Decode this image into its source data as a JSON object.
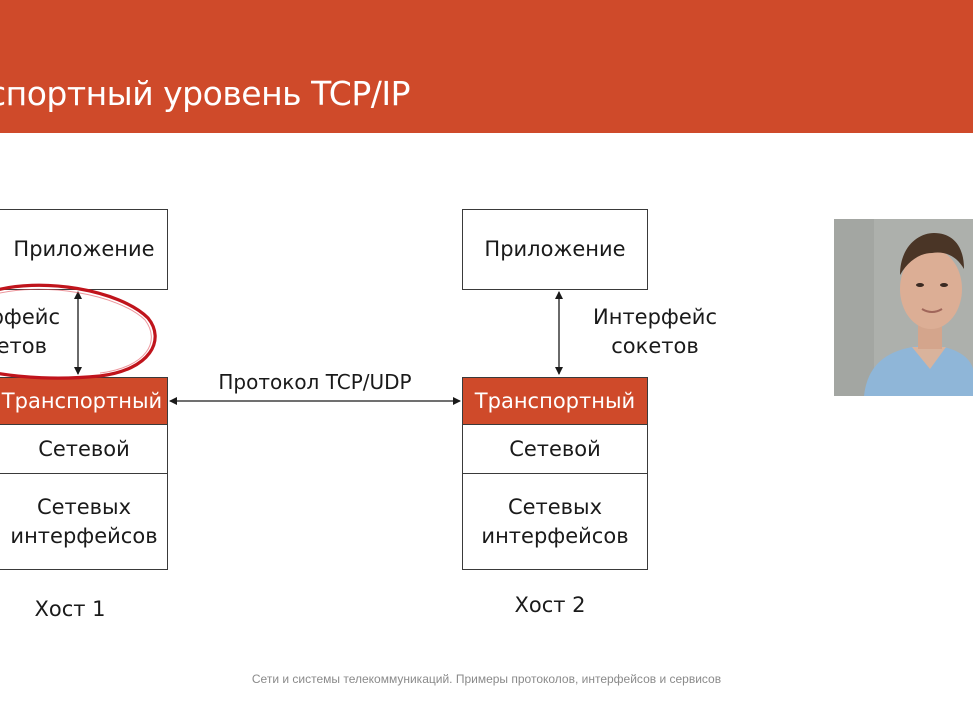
{
  "header": {
    "title": "спортный уровень TCP/IP"
  },
  "host1": {
    "app": "Приложение",
    "socket_line1": "рфейс",
    "socket_line2": "етов",
    "transport": "Транспортный",
    "network": "Сетевой",
    "iface_line1": "Сетевых",
    "iface_line2": "интерфейсов",
    "label": "Хост 1"
  },
  "host2": {
    "app": "Приложение",
    "socket_line1": "Интерфейс",
    "socket_line2": "сокетов",
    "transport": "Транспортный",
    "network": "Сетевой",
    "iface_line1": "Сетевых",
    "iface_line2": "интерфейсов",
    "label": "Хост 2"
  },
  "protocol_label": "Протокол TCP/UDP",
  "footer": "Сети и системы телекоммуникаций. Примеры протоколов, интерфейсов и сервисов",
  "colors": {
    "accent": "#cf4a2a",
    "highlight_ellipse": "#c0141c"
  },
  "icons": {
    "webcam": "presenter-video"
  }
}
